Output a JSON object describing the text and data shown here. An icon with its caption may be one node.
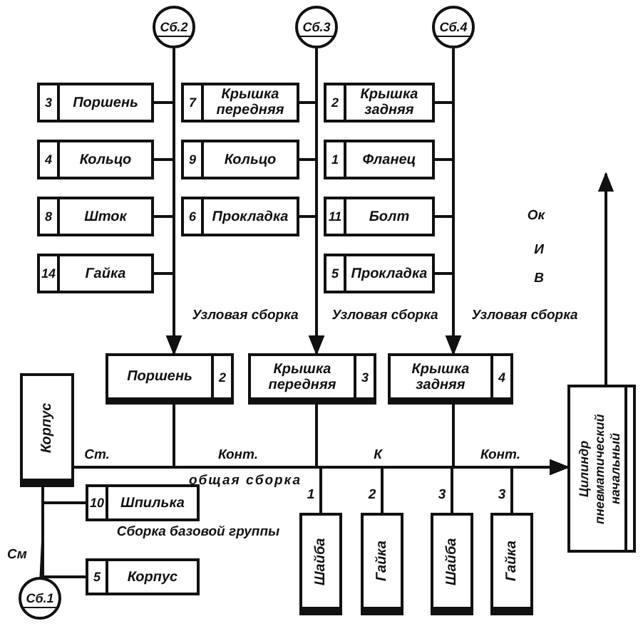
{
  "diagram": {
    "nodes": [
      {
        "text": [
          "Сб.2"
        ]
      },
      {
        "text": [
          "Сб.3"
        ]
      },
      {
        "text": [
          "Сб.4"
        ]
      },
      {
        "text": [
          "3",
          "Поршень"
        ]
      },
      {
        "text": [
          "4",
          "Кольцо"
        ]
      },
      {
        "text": [
          "8",
          "Шток"
        ]
      },
      {
        "text": [
          "14",
          "Гайка"
        ]
      },
      {
        "text": [
          "7",
          "Крышка передняя"
        ]
      },
      {
        "text": [
          "9",
          "Кольцо"
        ]
      },
      {
        "text": [
          "6",
          "Прокладка"
        ]
      },
      {
        "text": [
          "2",
          "Крышка задняя"
        ]
      },
      {
        "text": [
          "1",
          "Фланец"
        ]
      },
      {
        "text": [
          "11",
          "Болт"
        ]
      },
      {
        "text": [
          "5",
          "Прокладка"
        ]
      },
      {
        "text": [
          "Поршень",
          "2"
        ]
      },
      {
        "text": [
          "Крышка передняя",
          "3"
        ]
      },
      {
        "text": [
          "Крышка задняя",
          "4"
        ]
      },
      {
        "text": [
          "Корпус"
        ]
      },
      {
        "text": [
          "10",
          "Шпилька"
        ]
      },
      {
        "text": [
          "5",
          "Корпус"
        ]
      },
      {
        "text": [
          "Сб.1"
        ]
      },
      {
        "text": [
          "Шайба"
        ]
      },
      {
        "text": [
          "Гайка"
        ]
      },
      {
        "text": [
          "Шайба"
        ]
      },
      {
        "text": [
          "Гайка"
        ]
      },
      {
        "text": [
          "Цилиндр пневматический начальный"
        ]
      }
    ],
    "edges": [
      {
        "from": 0,
        "to": 14,
        "arrow": "none"
      },
      {
        "from": 1,
        "to": 15,
        "arrow": "none"
      },
      {
        "from": 2,
        "to": 16,
        "arrow": "none"
      },
      {
        "from": 3,
        "to": 14,
        "arrow": "to"
      },
      {
        "from": 4,
        "to": 14,
        "arrow": "to"
      },
      {
        "from": 5,
        "to": 14,
        "arrow": "to"
      },
      {
        "from": 6,
        "to": 14,
        "arrow": "to"
      },
      {
        "from": 7,
        "to": 15,
        "arrow": "to"
      },
      {
        "from": 8,
        "to": 15,
        "arrow": "to"
      },
      {
        "from": 9,
        "to": 15,
        "arrow": "to"
      },
      {
        "from": 10,
        "to": 16,
        "arrow": "to"
      },
      {
        "from": 11,
        "to": 16,
        "arrow": "to"
      },
      {
        "from": 12,
        "to": 16,
        "arrow": "to"
      },
      {
        "from": 13,
        "to": 16,
        "arrow": "to"
      },
      {
        "from": 17,
        "to": 25,
        "arrow": "to"
      },
      {
        "from": 14,
        "to": 25,
        "arrow": "to"
      },
      {
        "from": 15,
        "to": 25,
        "arrow": "to"
      },
      {
        "from": 16,
        "to": 25,
        "arrow": "to"
      },
      {
        "from": 21,
        "to": 25,
        "arrow": "to"
      },
      {
        "from": 22,
        "to": 25,
        "arrow": "to"
      },
      {
        "from": 23,
        "to": 25,
        "arrow": "to"
      },
      {
        "from": 24,
        "to": 25,
        "arrow": "to"
      },
      {
        "from": 20,
        "to": 17,
        "arrow": "none"
      },
      {
        "from": 18,
        "to": 17,
        "arrow": "none"
      },
      {
        "from": 19,
        "to": 17,
        "arrow": "none"
      },
      {
        "from": 25,
        "to": null,
        "arrow": "to"
      }
    ],
    "labels": [
      "Ок",
      "И",
      "В",
      "Узловая сборка",
      "Узловая сборка",
      "Узловая сборка",
      "Ст.",
      "Конт.",
      "К",
      "Конт.",
      "общая сборка",
      "1",
      "2",
      "3",
      "3",
      "Сборка базовой группы",
      "См"
    ]
  }
}
